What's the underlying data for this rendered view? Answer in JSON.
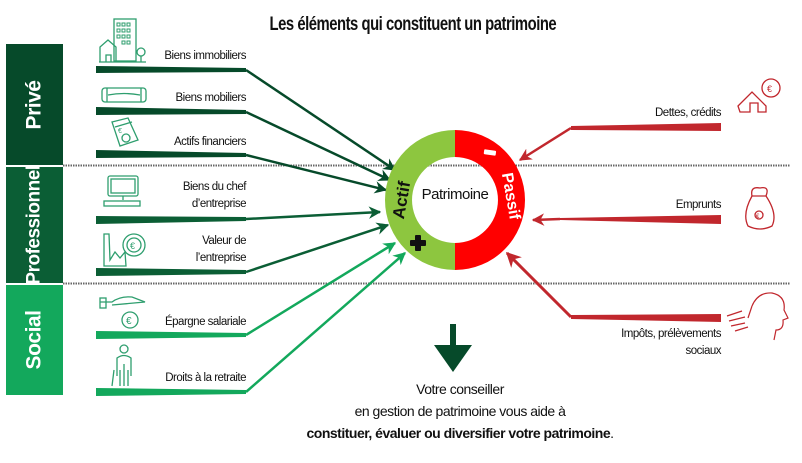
{
  "title": "Les éléments qui constituent un patrimoine",
  "categories": [
    {
      "label": "Privé",
      "color": "#064a2a"
    },
    {
      "label": "Professionnel",
      "color": "#0b5e35"
    },
    {
      "label": "Social",
      "color": "#13a85c"
    }
  ],
  "actif_items": [
    {
      "label": "Biens immobiliers",
      "icon": "building-house-icon",
      "category": "Privé"
    },
    {
      "label": "Biens mobiliers",
      "icon": "sofa-icon",
      "category": "Privé"
    },
    {
      "label": "Actifs financiers",
      "icon": "banknotes-icon",
      "category": "Privé"
    },
    {
      "label_line1": "Biens du chef",
      "label_line2": "d’entreprise",
      "icon": "computer-icon",
      "category": "Professionnel"
    },
    {
      "label_line1": "Valeur de",
      "label_line2": "l’entreprise",
      "icon": "factory-euro-icon",
      "category": "Professionnel"
    },
    {
      "label": "Épargne salariale",
      "icon": "hand-euro-coin-icon",
      "category": "Social"
    },
    {
      "label": "Droits à la retraite",
      "icon": "elderly-person-icon",
      "category": "Social"
    }
  ],
  "passif_items": [
    {
      "label": "Dettes, crédits",
      "icon": "house-euro-icon"
    },
    {
      "label": "Emprunts",
      "icon": "money-bag-euro-icon"
    },
    {
      "label_line1": "Impôts, prélèvements",
      "label_line2": "sociaux",
      "icon": "blowing-face-icon"
    }
  ],
  "ring": {
    "center_label": "Patrimoine",
    "actif_label": "Actif",
    "passif_label": "Passif",
    "actif_color": "#8dc63f",
    "passif_color": "#ff0000",
    "plus_symbol": "plus-icon",
    "minus_symbol": "minus-icon"
  },
  "colors": {
    "dark_green": "#064a2a",
    "mid_green": "#0b5e35",
    "light_green": "#13a85c",
    "red_arrow": "#c1272d",
    "icon_green": "#2e9e6e"
  },
  "bottom": {
    "line1": "Votre conseiller",
    "line2": "en gestion de patrimoine vous aide à",
    "line3_bold": "constituer, évaluer ou diversifier votre patrimoine",
    "line3_end": "."
  }
}
